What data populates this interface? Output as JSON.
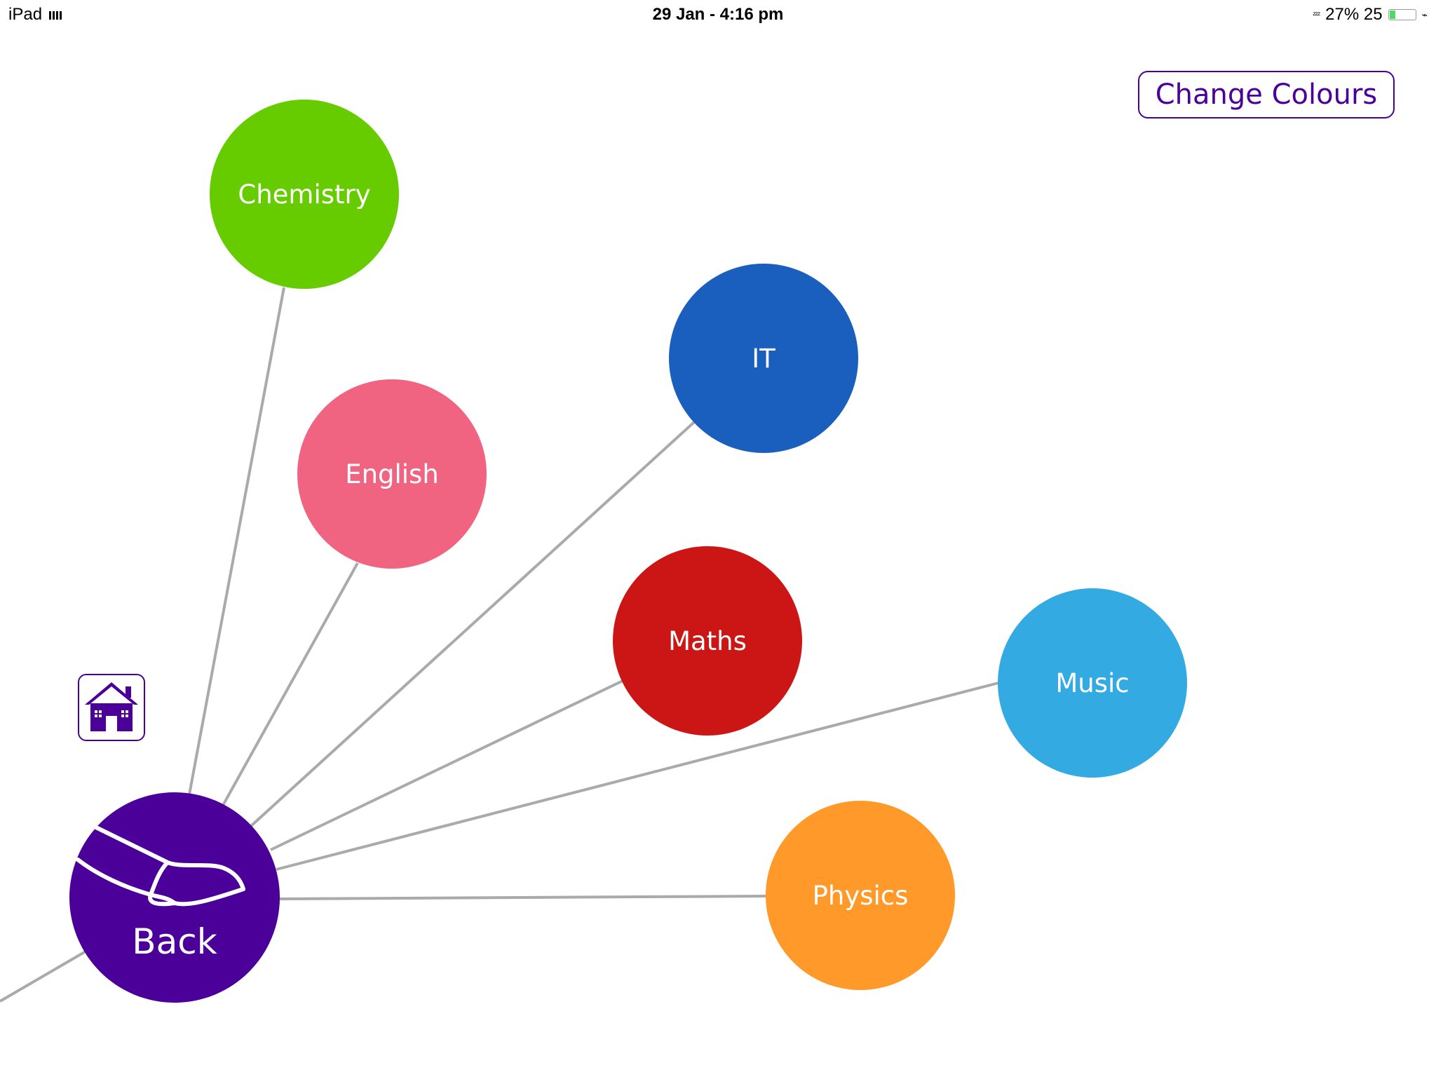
{
  "status_bar": {
    "device": "iPad",
    "datetime": "29 Jan - 4:16 pm",
    "battery": "27% 25"
  },
  "toolbar": {
    "change_colours_label": "Change Colours"
  },
  "nodes": {
    "back": {
      "label": "Back",
      "color": "#4b0099"
    },
    "chemistry": {
      "label": "Chemistry",
      "color": "#66cc00"
    },
    "english": {
      "label": "English",
      "color": "#f06482"
    },
    "it": {
      "label": "IT",
      "color": "#1b5fbe"
    },
    "maths": {
      "label": "Maths",
      "color": "#cc1515"
    },
    "music": {
      "label": "Music",
      "color": "#33aae2"
    },
    "physics": {
      "label": "Physics",
      "color": "#ff9a2a"
    }
  },
  "icons": {
    "home": "home-icon",
    "back": "finger-icon"
  },
  "colors": {
    "accent": "#4b0099",
    "connector": "#aaaaaa"
  }
}
